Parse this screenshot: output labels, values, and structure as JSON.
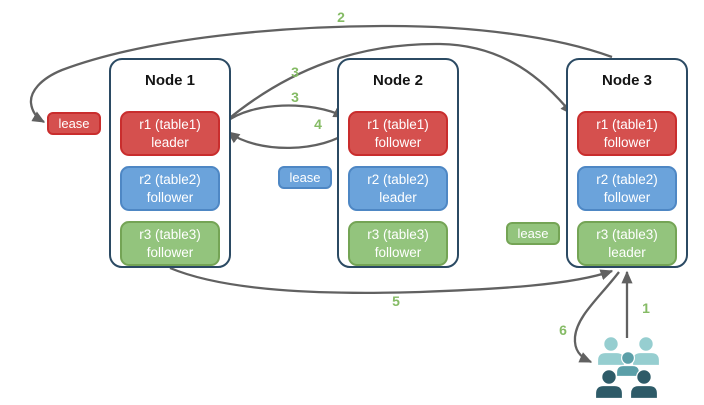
{
  "nodes": [
    {
      "title": "Node 1",
      "replicas": [
        {
          "name": "r1 (table1)",
          "role": "leader",
          "color": "red"
        },
        {
          "name": "r2 (table2)",
          "role": "follower",
          "color": "blue"
        },
        {
          "name": "r3 (table3)",
          "role": "follower",
          "color": "green"
        }
      ]
    },
    {
      "title": "Node 2",
      "replicas": [
        {
          "name": "r1 (table1)",
          "role": "follower",
          "color": "red"
        },
        {
          "name": "r2 (table2)",
          "role": "leader",
          "color": "blue"
        },
        {
          "name": "r3 (table3)",
          "role": "follower",
          "color": "green"
        }
      ]
    },
    {
      "title": "Node 3",
      "replicas": [
        {
          "name": "r1 (table1)",
          "role": "follower",
          "color": "red"
        },
        {
          "name": "r2 (table2)",
          "role": "follower",
          "color": "blue"
        },
        {
          "name": "r3 (table3)",
          "role": "leader",
          "color": "green"
        }
      ]
    }
  ],
  "leases": [
    {
      "label": "lease",
      "color": "red"
    },
    {
      "label": "lease",
      "color": "blue"
    },
    {
      "label": "lease",
      "color": "green"
    }
  ],
  "steps": {
    "s1": "1",
    "s2": "2",
    "s3a": "3",
    "s3b": "3",
    "s4": "4",
    "s5": "5",
    "s6": "6"
  },
  "icons": {
    "users_group": "users-group-icon"
  },
  "colors": {
    "red_fill": "#d5504e",
    "red_stroke": "#c92d2d",
    "blue_fill": "#6ba3db",
    "blue_stroke": "#4e87c4",
    "green_fill": "#93c47d",
    "green_stroke": "#74a455",
    "node_border": "#2b4a63",
    "arrow": "#616161",
    "step_label": "#85bb65",
    "users_light": "#96ced0",
    "users_mid": "#5b9fa8",
    "users_dark": "#2e5b68"
  }
}
